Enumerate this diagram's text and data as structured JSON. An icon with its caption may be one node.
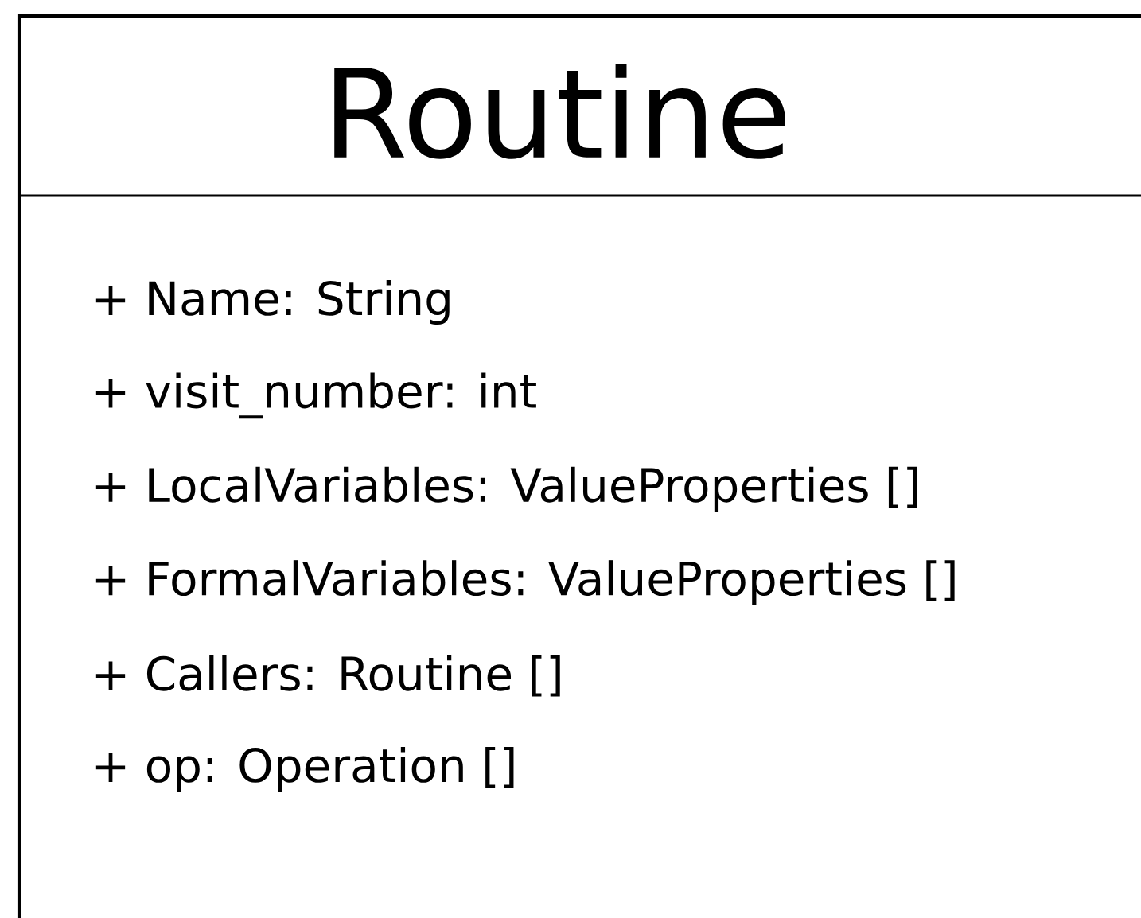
{
  "diagram": {
    "nodes": [
      {
        "text": [
          "Routine",
          "+ Name: String",
          "+ visit_number: int",
          "+ LocalVariables: ValueProperties []",
          "+ FormalVariables: ValueProperties []",
          "+ Callers: Routine []",
          "+ op: Operation []"
        ]
      }
    ]
  }
}
